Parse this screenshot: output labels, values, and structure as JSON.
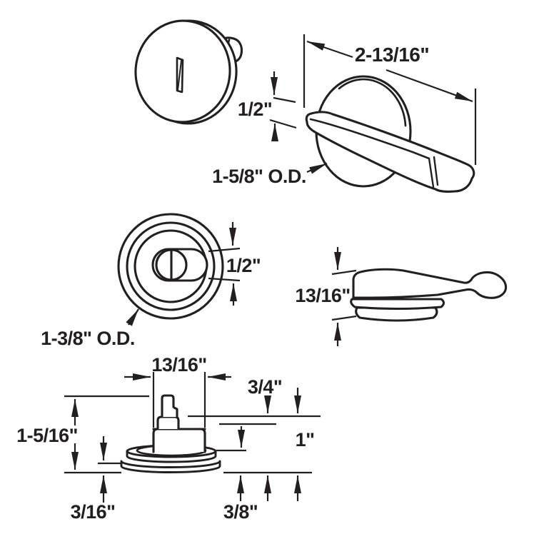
{
  "diagram": {
    "background": "#ffffff",
    "line_color": "#231f20",
    "figures": [
      {
        "id": "cover-plate-3d"
      },
      {
        "id": "crank-handle-3d"
      },
      {
        "id": "handle-top-view"
      },
      {
        "id": "handle-side-view"
      },
      {
        "id": "spindle-front-view"
      }
    ],
    "labels": {
      "handle_length": "2-13/16\"",
      "hub_width": "1/2\"",
      "knob_od": "1-5/8\" O.D.",
      "slot_height": "1/2\"",
      "plate_od": "1-3/8\" O.D.",
      "side_height": "13/16\"",
      "spindle_width": "13/16\"",
      "stem_depth": "3/4\"",
      "body_height": "1\"",
      "overall_height": "1-5/16\"",
      "flange_thickness": "3/16\"",
      "base_height": "3/8\""
    }
  }
}
